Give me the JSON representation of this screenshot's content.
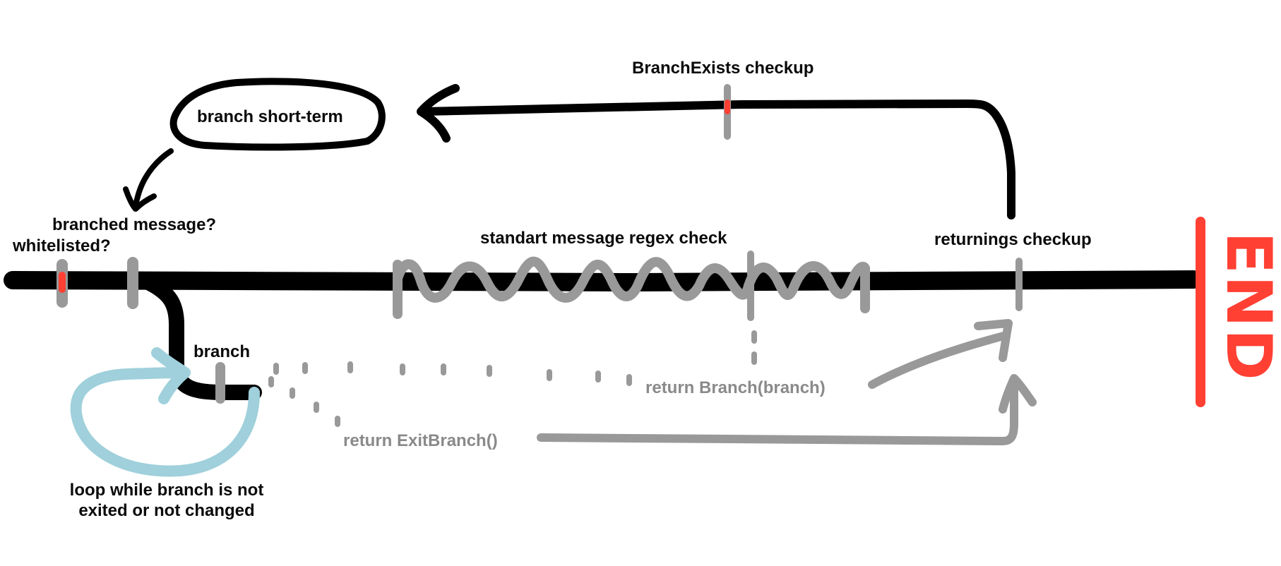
{
  "labels": {
    "branch_exists": "BranchExists checkup",
    "branch_short_term": "branch short-term",
    "branched_message": "branched message?",
    "whitelisted": "whitelisted?",
    "regex_check": "standart message regex check",
    "returnings_checkup": "returnings checkup",
    "branch": "branch",
    "return_branch": "return Branch(branch)",
    "return_exit_branch": "return ExitBranch()",
    "loop_line1": "loop while branch is not",
    "loop_line2": "exited or not changed",
    "end": "END"
  },
  "colors": {
    "main_line": "#000000",
    "marker": "#999999",
    "marker_active": "#ff4033",
    "end": "#ff4033",
    "loop": "#9fd0db",
    "return_path": "#999999"
  }
}
